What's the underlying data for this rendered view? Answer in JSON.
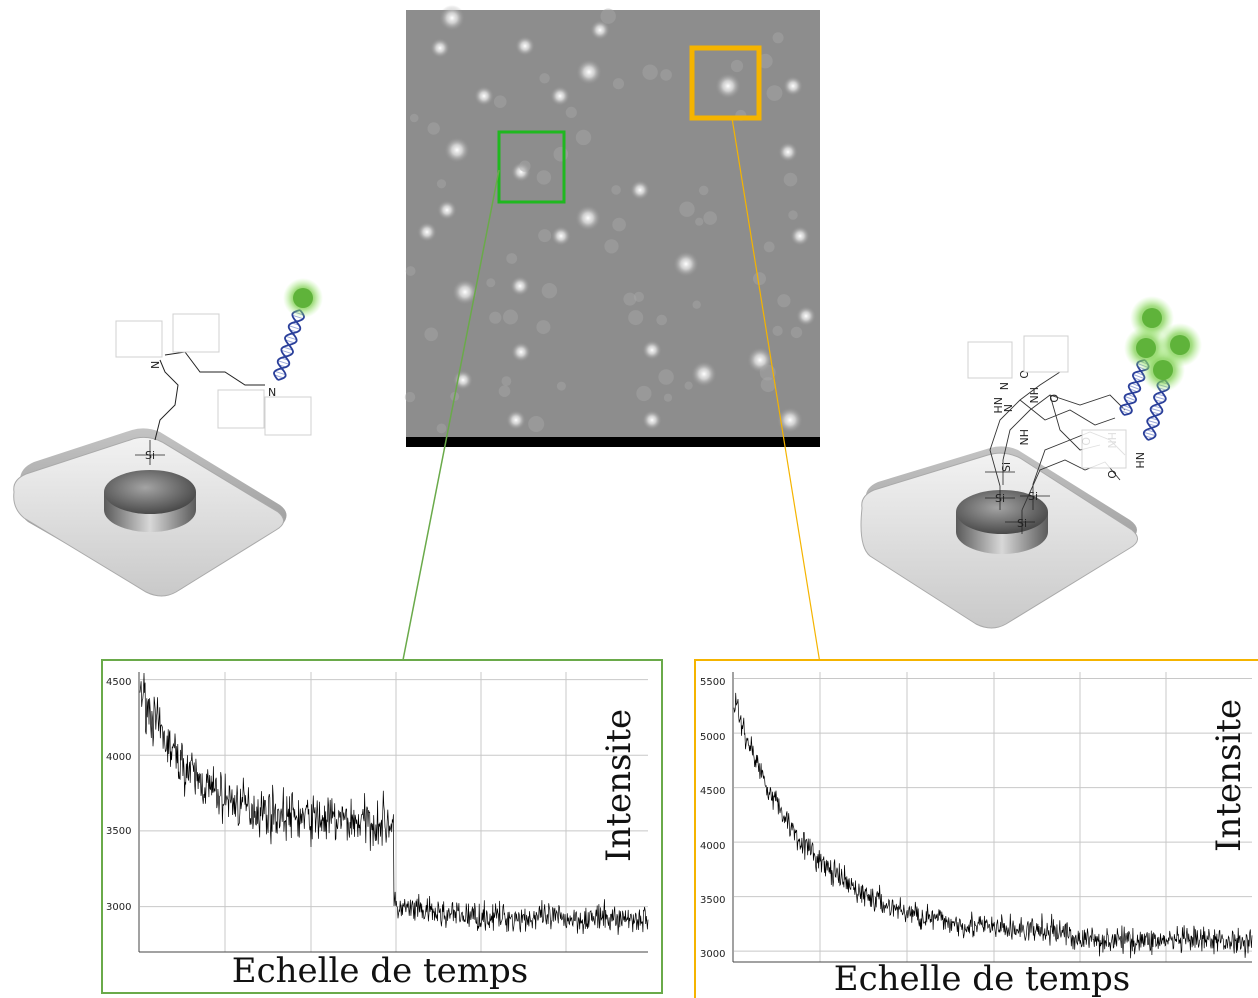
{
  "colors": {
    "green_frame": "#1fb81f",
    "green_panel": "#6aaa4a",
    "orange": "#f5b400",
    "trace": "#000000",
    "grid": "#c8c8c8",
    "micro_bg": "#8c8c8c",
    "fluorophore": "#5fb33a",
    "dna_blue": "#2a3f9a"
  },
  "left_molecule": {
    "atom_labels": [
      "N",
      "N",
      "Si"
    ]
  },
  "right_molecule": {
    "atom_labels": [
      "N",
      "HN",
      "NH",
      "N",
      "O",
      "O",
      "HN",
      "O",
      "HN",
      "NH",
      "O",
      "Si",
      "Si",
      "Si",
      "Si"
    ]
  },
  "panels": [
    {
      "id": "single",
      "ylabel": "Intensite",
      "xlabel": "Echelle de temps",
      "yticks": [
        "4500",
        "4000",
        "3500",
        "3000"
      ],
      "chart_data": {
        "type": "line",
        "ylim": [
          2700,
          4550
        ],
        "grid": true,
        "x_range": [
          0,
          1000
        ],
        "segments": [
          {
            "x_start": 0,
            "x_end": 500,
            "y_start": 4450,
            "y_plateau": 3550,
            "noise": 120
          },
          {
            "x_start": 500,
            "x_end": 1000,
            "y_start": 3000,
            "y_plateau": 2920,
            "noise": 70
          }
        ],
        "step_at": 500
      }
    },
    {
      "id": "multi",
      "ylabel": "Intensite",
      "xlabel": "Echelle de temps",
      "yticks": [
        "5500",
        "5000",
        "4500",
        "4000",
        "3500",
        "3000"
      ],
      "chart_data": {
        "type": "line",
        "ylim": [
          2900,
          5560
        ],
        "grid": true,
        "x_range": [
          0,
          1000
        ],
        "segments": [
          {
            "x_start": 0,
            "x_end": 1000,
            "y_start": 5300,
            "y_plateau": 3150,
            "noise": 90
          }
        ],
        "small_step_at": 650
      }
    }
  ]
}
